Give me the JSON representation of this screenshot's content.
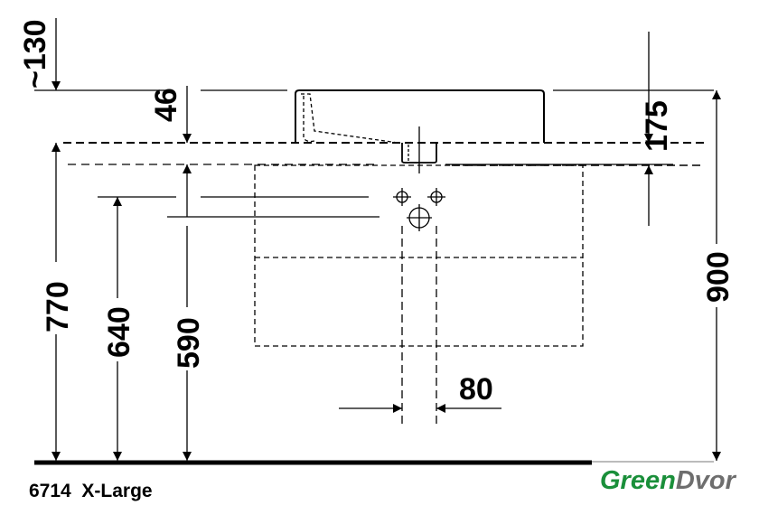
{
  "dimensions": {
    "d130": "~130",
    "d46": "46",
    "d175": "175",
    "d900": "900",
    "d770": "770",
    "d640": "640",
    "d590": "590",
    "d80": "80"
  },
  "caption": {
    "model": "6714",
    "size": "X-Large"
  },
  "logo": {
    "green": "Green",
    "gray": "Dvor",
    "colors": {
      "green": "#1a8f3a",
      "gray": "#6e6e6e"
    }
  }
}
